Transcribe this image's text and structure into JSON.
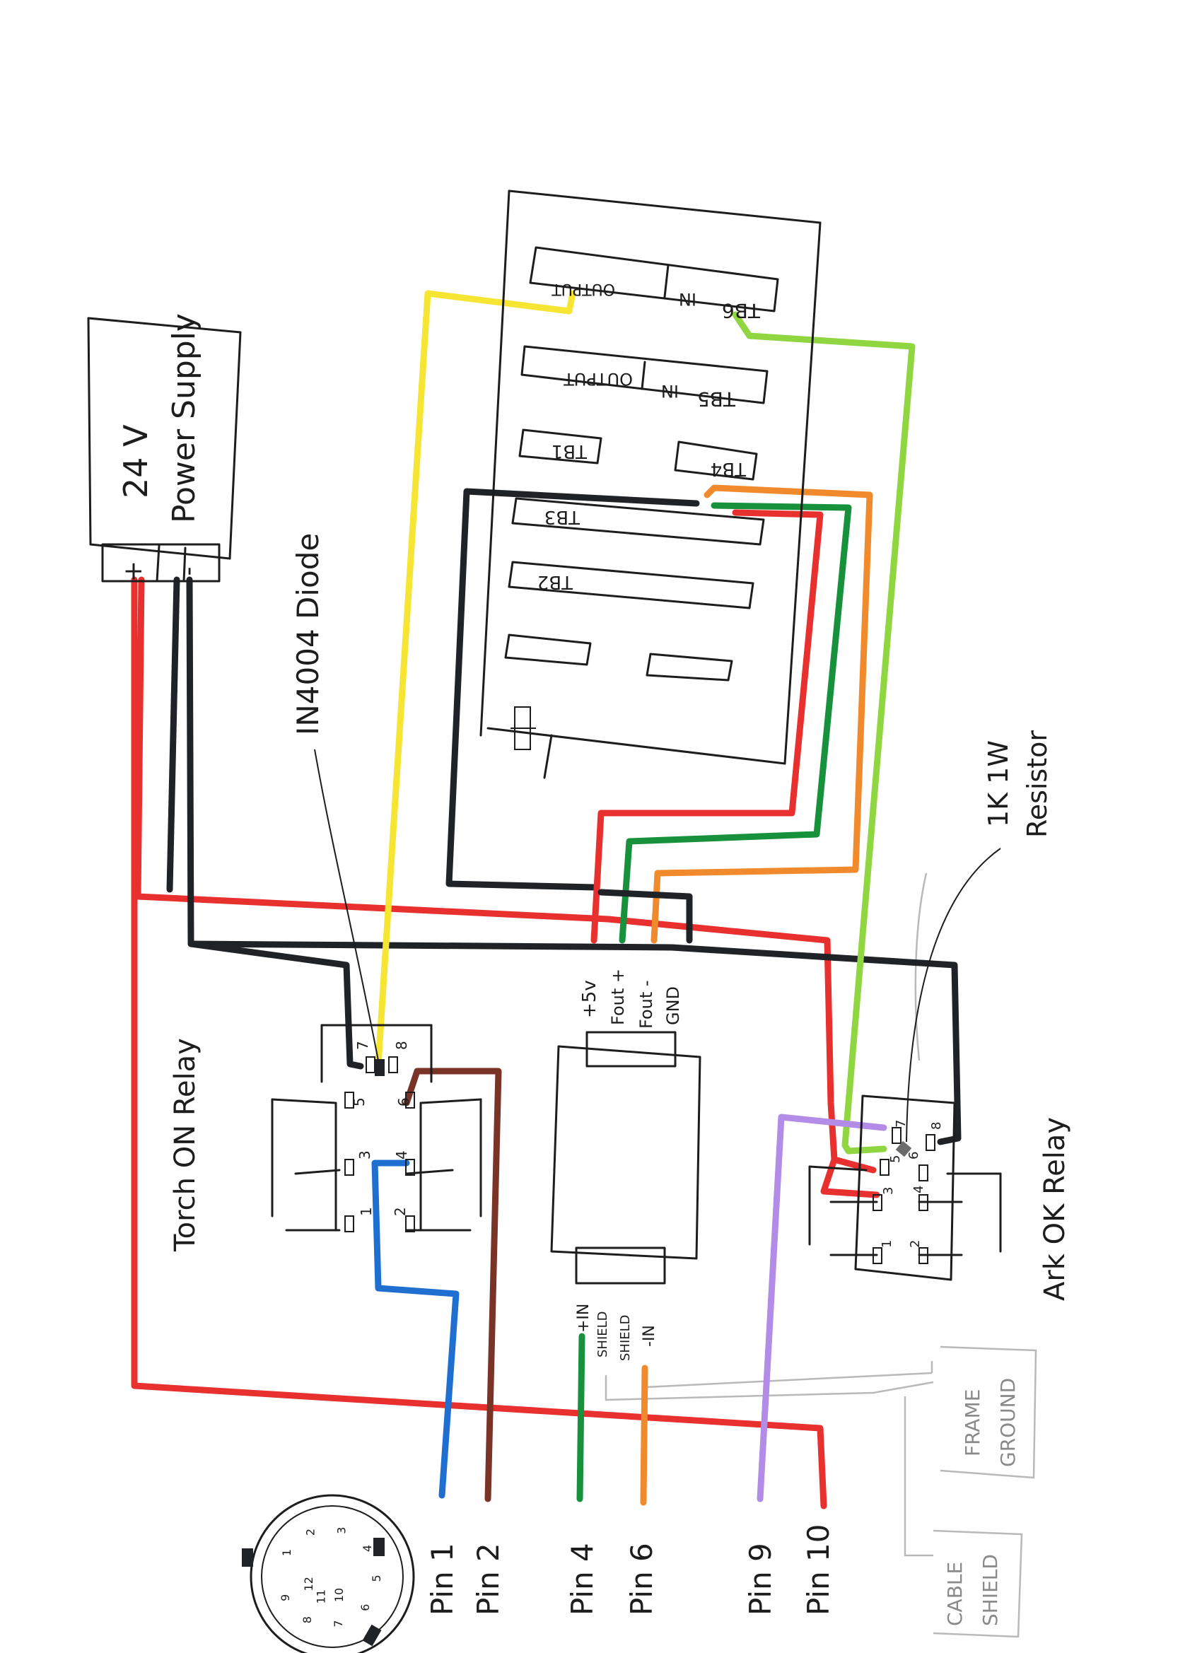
{
  "colors": {
    "red": "#e8302e",
    "black": "#1f2226",
    "yellow": "#f6e532",
    "green": "#17913c",
    "lime": "#8fd640",
    "orange": "#f08a2c",
    "blue": "#1f6fd1",
    "brown": "#7a3327",
    "purple": "#b38ce8",
    "gray": "#b9b9b9"
  },
  "power_supply": {
    "label_v": "24 V",
    "label_name": "Power Supply",
    "terminals": [
      "+",
      "-"
    ]
  },
  "controller": {
    "blocks": [
      {
        "name": "TB6",
        "in": "IN",
        "out": "OUTPUT"
      },
      {
        "name": "TB5",
        "in": "IN",
        "out": "OUTPUT"
      },
      {
        "name": "TB1"
      },
      {
        "name": "TB4"
      },
      {
        "name": "TB3"
      },
      {
        "name": "TB2"
      }
    ]
  },
  "diode_label": "IN4004 Diode",
  "resistor_label": {
    "line1": "1K 1W",
    "line2": "Resistor"
  },
  "torch_relay": {
    "title": "Torch ON Relay",
    "pins": [
      "1",
      "2",
      "3",
      "4",
      "5",
      "6",
      "7",
      "8"
    ]
  },
  "ark_relay": {
    "title": "Ark OK Relay",
    "pins": [
      "1",
      "2",
      "3",
      "4",
      "5",
      "6",
      "7",
      "8"
    ]
  },
  "divider": {
    "top_labels": [
      "+5v",
      "Fout +",
      "Fout -",
      "GND"
    ],
    "bottom_labels": [
      "+IN",
      "SHIELD",
      "SHIELD",
      "-IN"
    ]
  },
  "pins": [
    "Pin 1",
    "Pin 2",
    "Pin 4",
    "Pin 6",
    "Pin 9",
    "Pin 10"
  ],
  "frame_ground": {
    "line1": "FRAME",
    "line2": "GROUND"
  },
  "cable_shield": {
    "line1": "CABLE",
    "line2": "SHIELD"
  },
  "connector_numbers": [
    "1",
    "2",
    "3",
    "4",
    "5",
    "6",
    "7",
    "8",
    "9",
    "10",
    "11",
    "12"
  ]
}
